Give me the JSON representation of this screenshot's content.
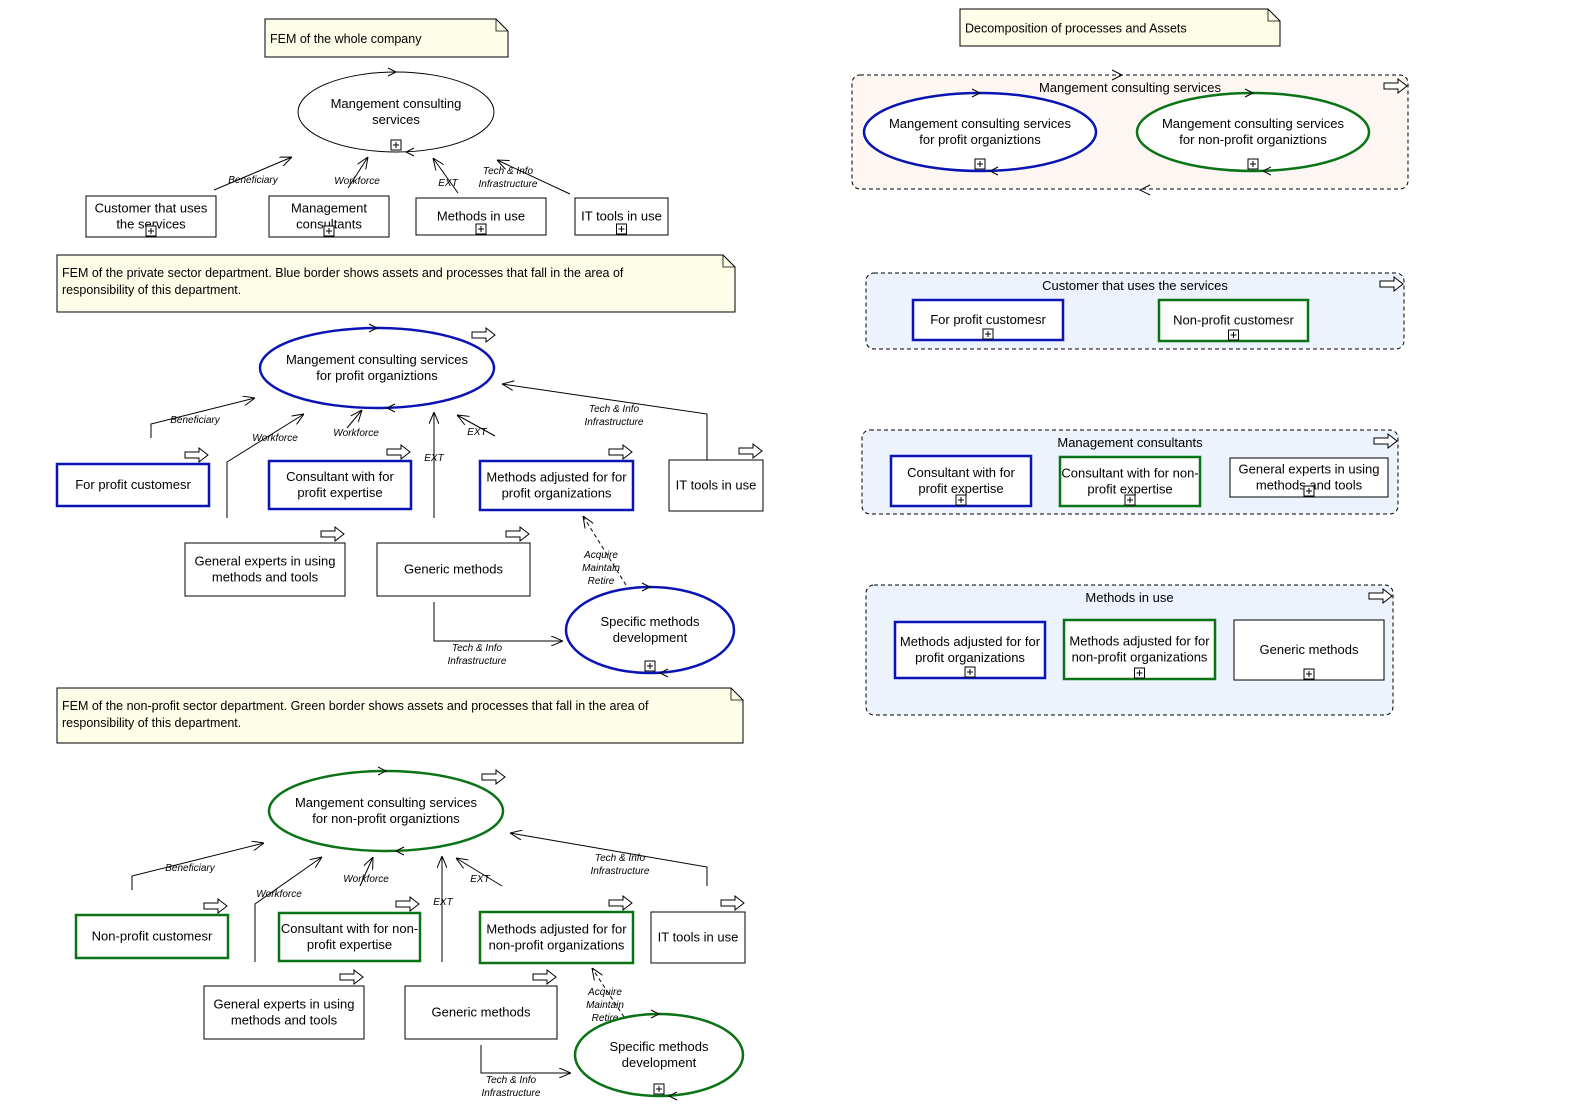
{
  "colors": {
    "profit": "#0a14b4",
    "nonprofit": "#0a7316",
    "neutral": "#000000",
    "note_fill": "#fdfde8",
    "group_fill_pink": "#fdf6f2",
    "group_fill_blue": "#ecf3fd"
  },
  "icons": {
    "expand": "plus-in-box-icon",
    "navigate": "hollow-right-arrow-icon"
  },
  "notes": {
    "whole": "FEM of the whole company",
    "private": [
      "FEM of the private sector department. Blue border shows assets and processes that fall in the area of",
      "responsibility of this department."
    ],
    "nonprofit": [
      "FEM of the non-profit sector department. Green border shows assets and processes that fall in the area of",
      "responsibility of this department."
    ],
    "decomp": "Decomposition of processes and Assets"
  },
  "labels": {
    "mcs": [
      "Mangement consulting",
      "services"
    ],
    "mcs_profit": [
      "Mangement consulting services",
      "for profit organiztions"
    ],
    "mcs_nonprofit": [
      "Mangement consulting services",
      "for non-profit organiztions"
    ],
    "customer": [
      "Customer that uses",
      "the services"
    ],
    "mgmt_consultants": [
      "Management",
      "consultants"
    ],
    "methods": "Methods in use",
    "it_tools": "IT tools in use",
    "for_profit_customer": "For profit customesr",
    "nonprofit_customer": "Non-profit customesr",
    "consultant_profit": [
      "Consultant with for",
      "profit expertise"
    ],
    "consultant_nonprofit": [
      "Consultant with for non-",
      "profit expertise"
    ],
    "methods_profit": [
      "Methods adjusted for for",
      "profit organizations"
    ],
    "methods_nonprofit": [
      "Methods adjusted for for",
      "non-profit organizations"
    ],
    "general_experts": [
      "General experts in using",
      "methods and tools"
    ],
    "generic_methods": "Generic methods",
    "specific_methods": [
      "Specific methods",
      "development"
    ]
  },
  "relations": {
    "beneficiary": "Beneficiary",
    "workforce": "Workforce",
    "ext": "EXT",
    "tech_info": [
      "Tech & Info",
      "Infrastructure"
    ],
    "acquire": [
      "Acquire",
      "Maintain",
      "Retire"
    ]
  },
  "groups": {
    "mcs": "Mangement consulting services",
    "customers": "Customer that uses the services",
    "consultants": "Management consultants",
    "methods": "Methods in use"
  }
}
